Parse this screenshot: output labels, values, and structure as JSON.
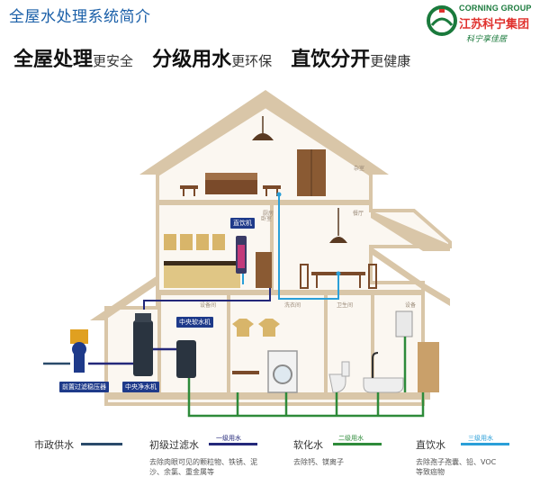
{
  "header": {
    "title": "全屋水处理系统简介",
    "headlines": [
      {
        "bold": "全屋处理",
        "light": "更安全"
      },
      {
        "bold": "分级用水",
        "light": "更环保"
      },
      {
        "bold": "直饮分开",
        "light": "更健康"
      }
    ]
  },
  "logo": {
    "group": "CORNING GROUP",
    "name": "江苏科宁集团",
    "sub": "科宁享佳居"
  },
  "rooms": {
    "attic": "杂室",
    "bedroom": "卧室",
    "kitchen": "厨房",
    "dining": "餐厅",
    "equipment": "设备间",
    "laundry": "洗衣间",
    "bathroom": "卫生间",
    "utility": "设备"
  },
  "devices": {
    "prefilter": "前置过滤稳压器",
    "central_purifier": "中央净水机",
    "central_softener": "中央软水机",
    "direct_drink": "直饮机"
  },
  "legend": [
    {
      "name": "市政供水",
      "caption": "",
      "desc": "",
      "color": "#2a4a6a"
    },
    {
      "name": "初级过滤水",
      "caption": "一级用水",
      "desc": "去除肉眼可见的颗粒物、铁锈、泥沙、余氯、重金属等",
      "color": "#24287a"
    },
    {
      "name": "软化水",
      "caption": "二级用水",
      "desc": "去除钙、镁离子",
      "color": "#2e8b3a"
    },
    {
      "name": "直饮水",
      "caption": "三级用水",
      "desc": "去除孢子孢囊、铅、VOC等致癌物",
      "color": "#2a9fd8"
    }
  ]
}
